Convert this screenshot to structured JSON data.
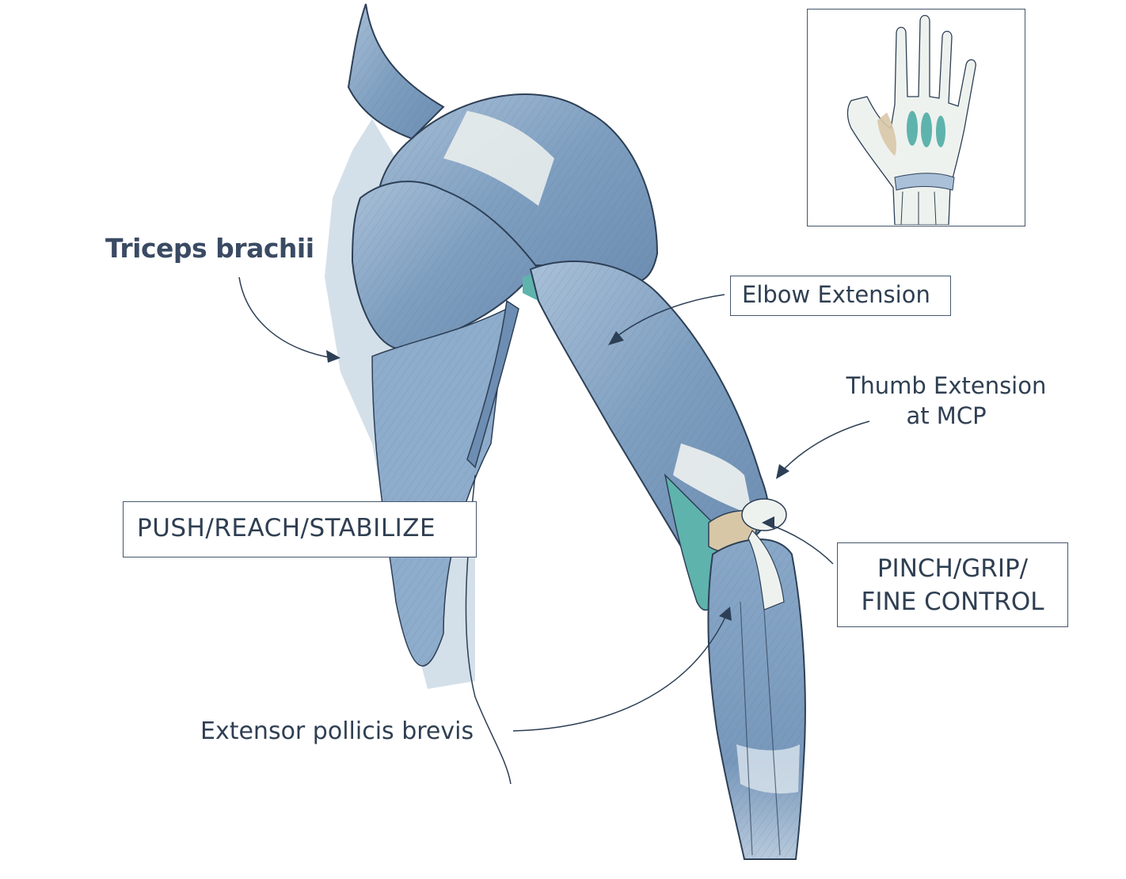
{
  "labels": {
    "triceps": "Triceps brachii",
    "elbow_extension": "Elbow Extension",
    "thumb_extension_line1": "Thumb Extension",
    "thumb_extension_line2": "at MCP",
    "push_reach_stabilize": "PUSH/REACH/STABILIZE",
    "pinch_line1": "PINCH/GRIP/",
    "pinch_line2": "FINE CONTROL",
    "extensor": "Extensor pollicis brevis"
  },
  "colors": {
    "muscle": "#7f9fc0",
    "muscle_light": "#a9c0d8",
    "muscle_dark": "#5f7fa3",
    "tendon": "#eef2ef",
    "outline": "#2d3f55",
    "teal": "#5fb3ad",
    "bone": "#d8c7a7",
    "text": "#2f3f52"
  },
  "inset": {
    "icon": "hand-anatomy-icon"
  }
}
